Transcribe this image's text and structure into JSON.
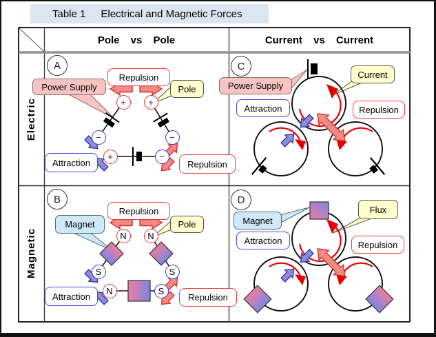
{
  "title": {
    "label": "Table 1",
    "text": "Electrical and Magnetic Forces"
  },
  "table": {
    "col_headers": [
      "Pole vs Pole",
      "Current vs Current"
    ],
    "row_headers": [
      "Electric",
      "Magnetic"
    ]
  },
  "cells": {
    "a": {
      "letter": "A",
      "repulsion_top": "Repulsion",
      "power_supply": "Power Supply",
      "pole": "Pole",
      "attraction": "Attraction",
      "repulsion": "Repulsion",
      "plus": "+",
      "minus": "−"
    },
    "b": {
      "letter": "B",
      "repulsion_top": "Repulsion",
      "magnet": "Magnet",
      "pole": "Pole",
      "attraction": "Attraction",
      "repulsion": "Repulsion",
      "north": "N",
      "south": "S"
    },
    "c": {
      "letter": "C",
      "power_supply": "Power Supply",
      "current": "Current",
      "attraction": "Attraction",
      "repulsion": "Repulsion"
    },
    "d": {
      "letter": "D",
      "magnet": "Magnet",
      "flux": "Flux",
      "attraction": "Attraction",
      "repulsion": "Repulsion"
    }
  },
  "colors": {
    "title_bg": "#dce6f1",
    "box_red_border": "#f43b3b",
    "box_blue_border": "#4747d6",
    "callout_pink": "#f8c3c3",
    "callout_yellow": "#ffffcf",
    "callout_blue": "#d0e9f8",
    "arrow_red_fill": "#f28b84",
    "arrow_blue_fill": "#8c8cdb",
    "current_arrow_red": "#e80000",
    "magnet_pink": "#f07ba0",
    "magnet_blue": "#7b87e0"
  }
}
